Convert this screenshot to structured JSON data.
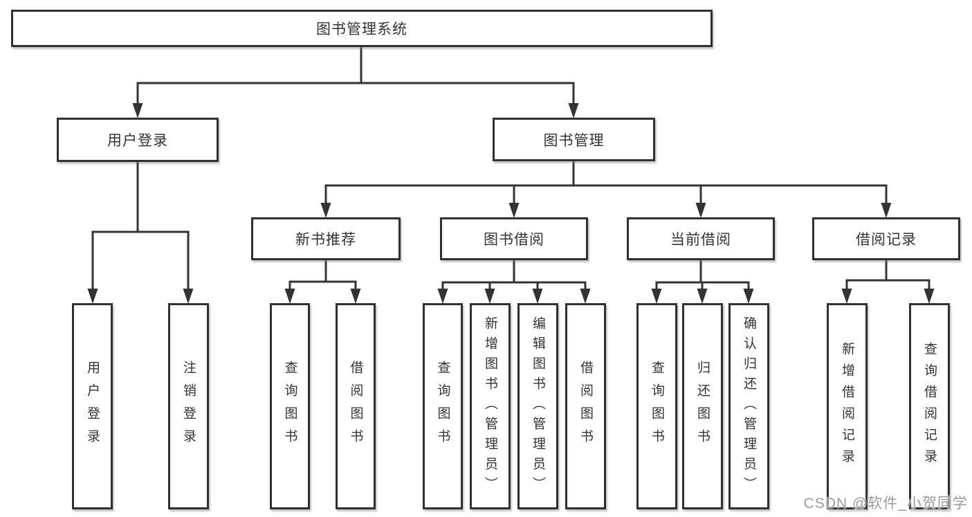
{
  "watermark": {
    "text": "CSDN @软件_小贺同学"
  },
  "colors": {
    "background": "#ffffff",
    "line": "#333333",
    "box_border": "#303030",
    "text": "#333333",
    "watermark_text": "#9b9b9b"
  },
  "tree": {
    "id": "library-management-system",
    "label": "图书管理系统",
    "children": [
      {
        "id": "user-login",
        "label": "用户登录",
        "children": [
          {
            "id": "user-login-action",
            "label": "用户登录"
          },
          {
            "id": "logout-action",
            "label": "注销登录"
          }
        ]
      },
      {
        "id": "book-management",
        "label": "图书管理",
        "children": [
          {
            "id": "new-book-recommendation",
            "label": "新书推荐",
            "children": [
              {
                "id": "query-books",
                "label": "查询图书"
              },
              {
                "id": "borrow-books",
                "label": "借阅图书"
              }
            ]
          },
          {
            "id": "book-borrowing",
            "label": "图书借阅",
            "children": [
              {
                "id": "query-books",
                "label": "查询图书"
              },
              {
                "id": "add-books-admin",
                "label": "新增图书（管理员）"
              },
              {
                "id": "edit-books-admin",
                "label": "编辑图书（管理员）"
              },
              {
                "id": "borrow-books",
                "label": "借阅图书"
              }
            ]
          },
          {
            "id": "current-borrowing",
            "label": "当前借阅",
            "children": [
              {
                "id": "query-books",
                "label": "查询图书"
              },
              {
                "id": "return-books",
                "label": "归还图书"
              },
              {
                "id": "confirm-return-admin",
                "label": "确认归还（管理员）"
              }
            ]
          },
          {
            "id": "borrowing-records",
            "label": "借阅记录",
            "children": [
              {
                "id": "add-borrowing-record",
                "label": "新增借阅记录"
              },
              {
                "id": "query-borrowing-record",
                "label": "查询借阅记录"
              }
            ]
          }
        ]
      }
    ]
  }
}
